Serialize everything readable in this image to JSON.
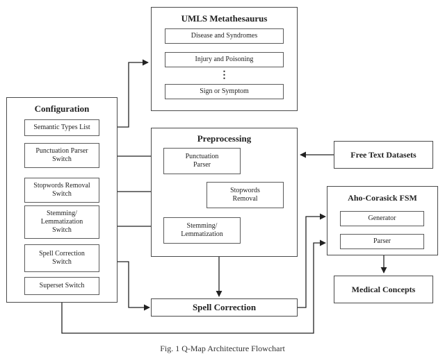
{
  "umls": {
    "title": "UMLS Metathesaurus",
    "items": [
      "Disease and Syndromes",
      "Injury and Poisoning",
      "⋮",
      "Sign or Symptom"
    ]
  },
  "configuration": {
    "title": "Configuration",
    "items": [
      "Semantic Types List",
      "Punctuation Parser Switch",
      "Stopwords Removal Switch",
      "Stemming/ Lemmatization Switch",
      "Spell Correction Switch",
      "Superset Switch"
    ]
  },
  "preprocessing": {
    "title": "Preprocessing",
    "punctuation": "Punctuation Parser",
    "stopwords": "Stopwords Removal",
    "stemming": "Stemming/ Lemmatization"
  },
  "free_text": "Free Text Datasets",
  "aho": {
    "title": "Aho-Corasick FSM",
    "generator": "Generator",
    "parser": "Parser"
  },
  "medical_concepts": "Medical Concepts",
  "spell_correction": "Spell Correction",
  "caption": "Fig. 1 Q-Map Architecture Flowchart"
}
